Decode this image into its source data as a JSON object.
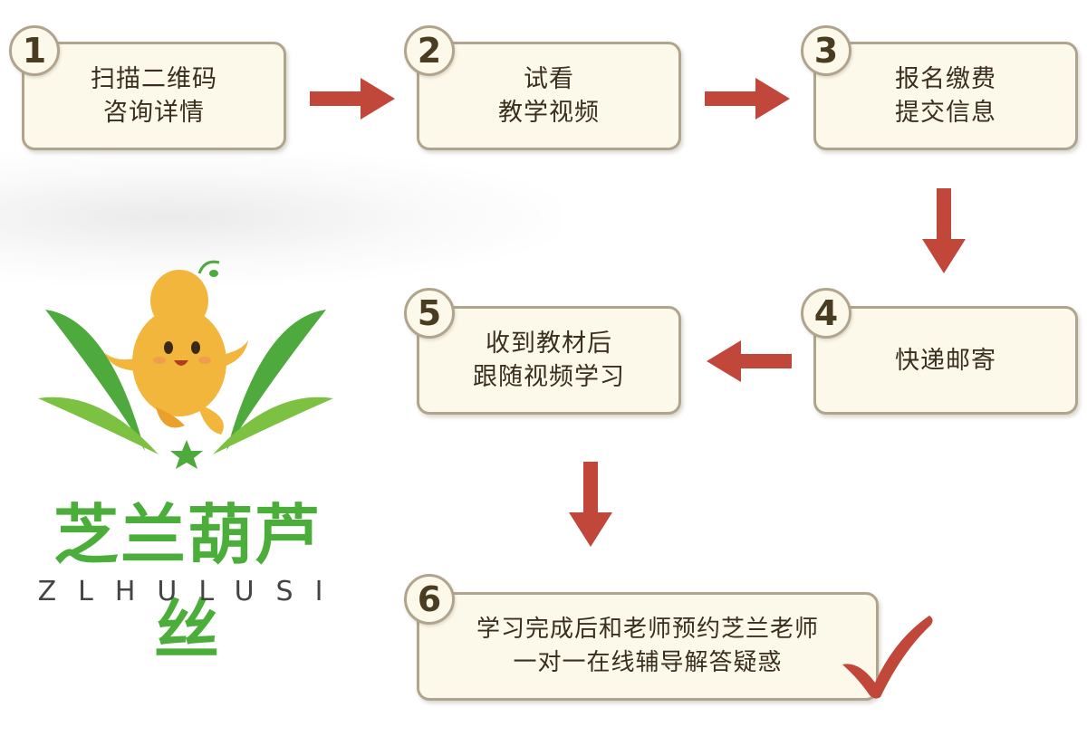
{
  "steps": [
    {
      "number": "1",
      "line1": "扫描二维码",
      "line2": "咨询详情"
    },
    {
      "number": "2",
      "line1": "试看",
      "line2": "教学视频"
    },
    {
      "number": "3",
      "line1": "报名缴费",
      "line2": "提交信息"
    },
    {
      "number": "4",
      "line1": "快递邮寄"
    },
    {
      "number": "5",
      "line1": "收到教材后",
      "line2": "跟随视频学习"
    },
    {
      "number": "6",
      "line1": "学习完成后和老师预约芝兰老师",
      "line2": "一对一在线辅导解答疑惑"
    }
  ],
  "logo": {
    "name": "芝兰葫芦丝",
    "latin": "ZLHULUSI"
  },
  "colors": {
    "box_fill": "#fdf9ea",
    "box_border": "#b0a48f",
    "arrow": "#c0473a",
    "checkmark": "#c0473a",
    "brand_green": "#4cae3a",
    "mascot": "#f2b63c"
  },
  "icons": [
    "arrow-right-icon",
    "arrow-down-icon",
    "arrow-left-icon",
    "checkmark-icon",
    "mascot-logo-icon"
  ]
}
